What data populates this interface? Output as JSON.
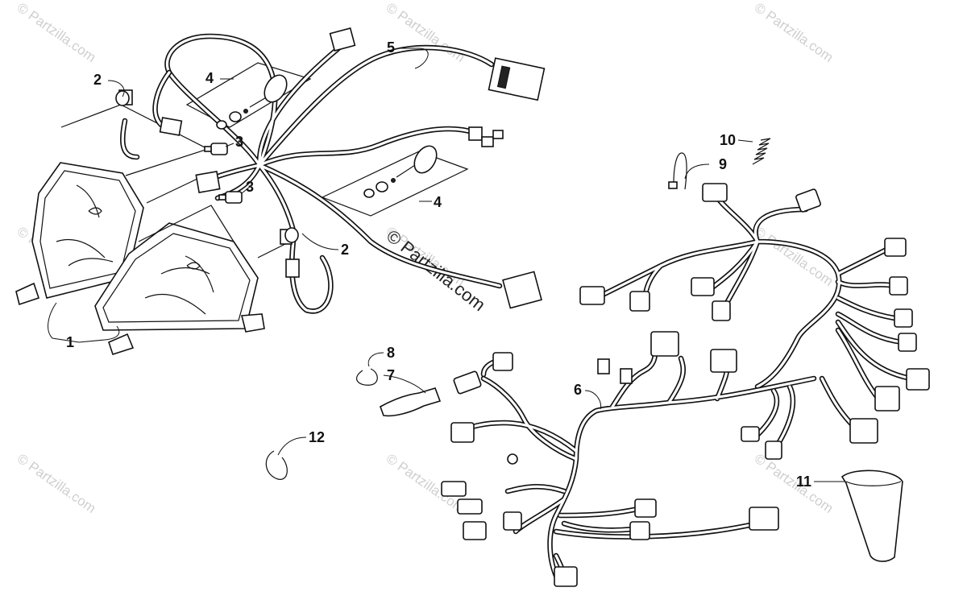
{
  "watermarks": [
    "© Partzilla.com",
    "© Partzilla.com",
    "© Partzilla.com",
    "© Partzilla.com",
    "© Partzilla.com",
    "© Partzilla.com",
    "© Partzilla.com",
    "© Partzilla.com",
    "© Partzilla.com"
  ],
  "center_watermark": "© Partzilla.com",
  "callouts": {
    "c1": "1",
    "c2a": "2",
    "c2b": "2",
    "c3a": "3",
    "c3b": "3",
    "c4a": "4",
    "c4b": "4",
    "c5": "5",
    "c6": "6",
    "c7": "7",
    "c8": "8",
    "c9": "9",
    "c10": "10",
    "c11": "11",
    "c12": "12"
  }
}
